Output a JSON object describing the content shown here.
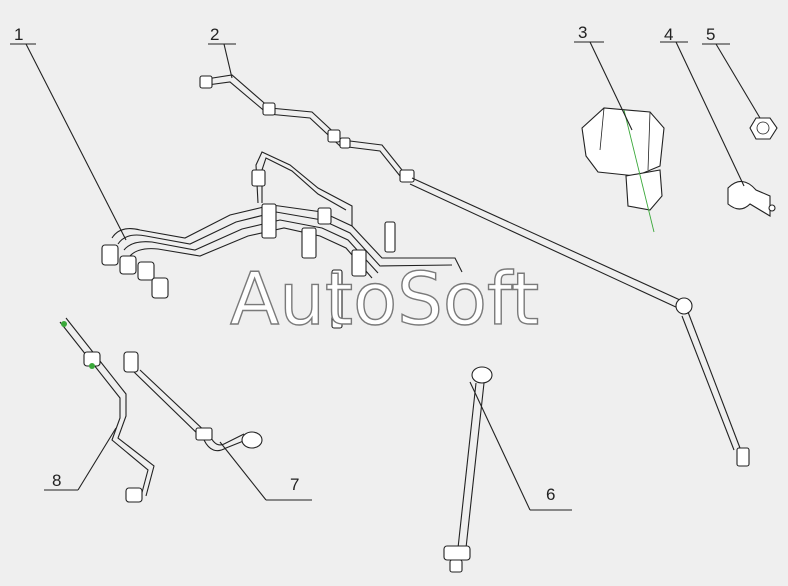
{
  "watermark": "AutoSoft",
  "callouts": [
    {
      "number": "1"
    },
    {
      "number": "2"
    },
    {
      "number": "3"
    },
    {
      "number": "4"
    },
    {
      "number": "5"
    },
    {
      "number": "6"
    },
    {
      "number": "7"
    },
    {
      "number": "8"
    }
  ],
  "colors": {
    "background": "#efefef",
    "line": "#222222",
    "axis": "#3aa83a",
    "watermark_outline": "#7a7a7a"
  }
}
